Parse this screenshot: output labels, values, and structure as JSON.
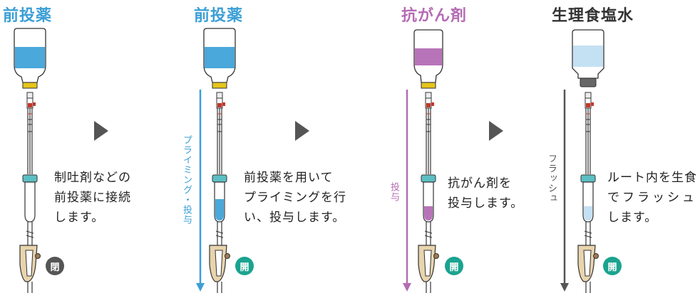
{
  "panels": [
    {
      "title": "前投薬",
      "title_color": "#3b9fd6",
      "fluid_color": "#4aa8da",
      "desc": [
        "制吐剤などの",
        "前投薬に接続",
        "します。"
      ],
      "vertical_label": "",
      "badge": "閉",
      "badge_color": "#555555"
    },
    {
      "title": "前投薬",
      "title_color": "#3b9fd6",
      "fluid_color": "#4aa8da",
      "desc": [
        "前投薬を用いて",
        "プライミングを行",
        "い、投与します。"
      ],
      "vertical_label": "プライミング・投与",
      "vertical_color": "#3b9fd6",
      "badge": "開",
      "badge_color": "#1aa38f"
    },
    {
      "title": "抗がん剤",
      "title_color": "#b46cb3",
      "fluid_color": "#b874b8",
      "desc": [
        "抗がん剤を",
        "投与します。"
      ],
      "vertical_label": "投与",
      "vertical_color": "#b46cb3",
      "badge": "開",
      "badge_color": "#1aa38f"
    },
    {
      "title": "生理食塩水",
      "title_color": "#333333",
      "fluid_color": "#c4e0f3",
      "desc": [
        "ルート内を生食",
        "でフラッシュ",
        "します。"
      ],
      "vertical_label": "フラッシュ",
      "vertical_color": "#555555",
      "badge": "開",
      "badge_color": "#1aa38f"
    }
  ],
  "step_arrow_color": "#555555"
}
